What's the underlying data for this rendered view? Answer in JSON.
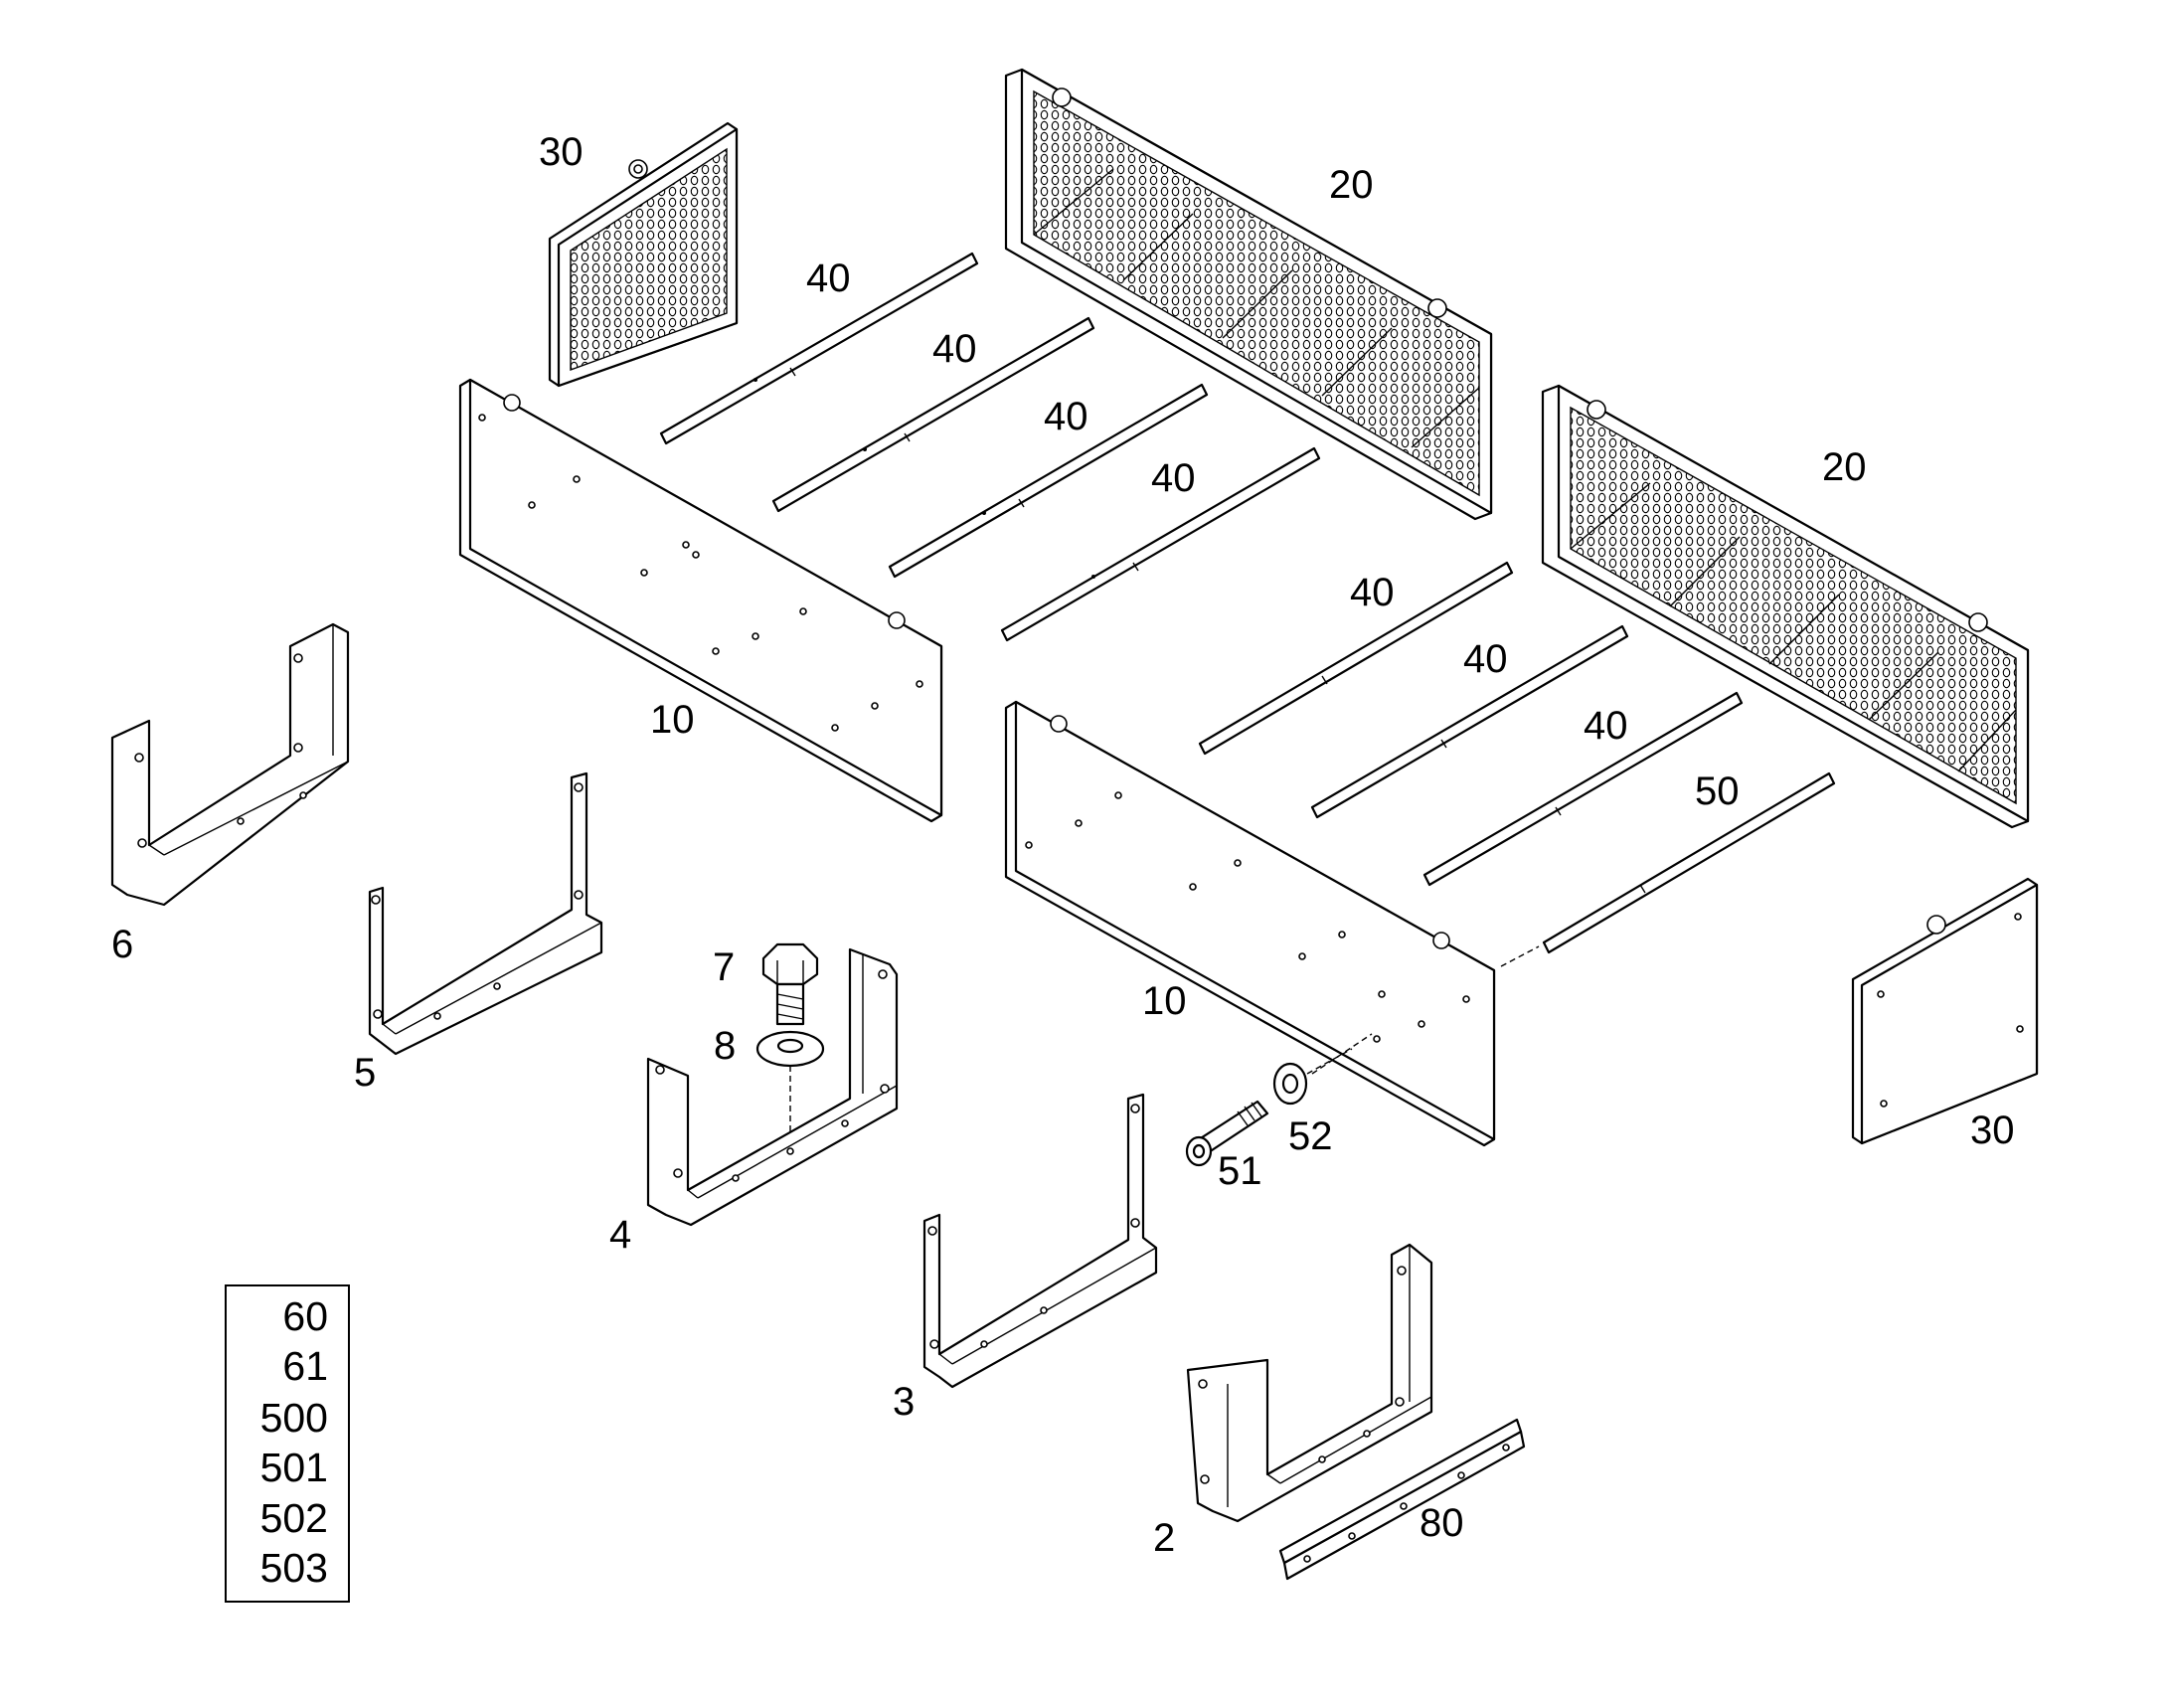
{
  "labels": {
    "n30a": "30",
    "n20a": "20",
    "n40a": "40",
    "n40b": "40",
    "n40c": "40",
    "n40d": "40",
    "n20b": "20",
    "n40e": "40",
    "n40f": "40",
    "n40g": "40",
    "n50": "50",
    "n10a": "10",
    "n10b": "10",
    "n6": "6",
    "n5": "5",
    "n7": "7",
    "n8": "8",
    "n4": "4",
    "n3": "3",
    "n2": "2",
    "n51": "51",
    "n52": "52",
    "n30b": "30",
    "n80": "80"
  },
  "kit_box": {
    "items": [
      "60",
      "61",
      "500",
      "501",
      "502",
      "503"
    ]
  }
}
